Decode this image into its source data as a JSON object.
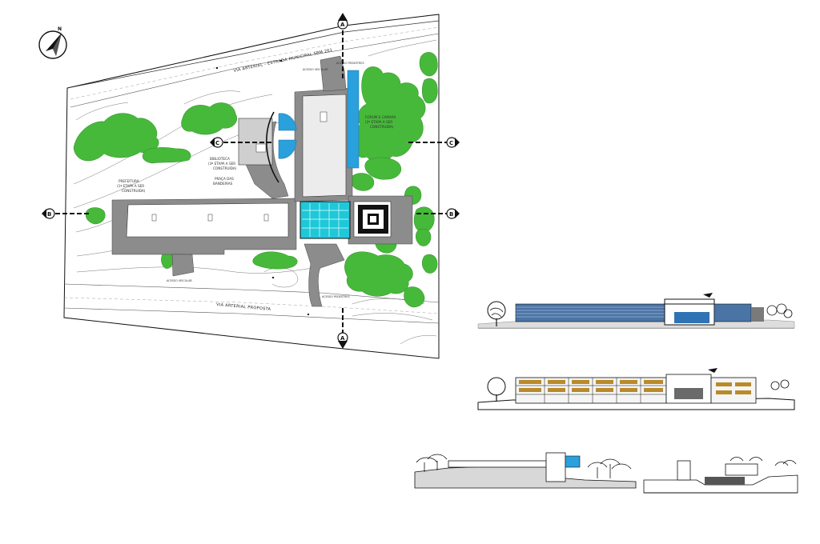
{
  "north_label": "N",
  "section_marks": {
    "a_top": "A",
    "a_bottom": "A",
    "b_left": "B",
    "b_right": "B",
    "c_left": "C",
    "c_right": "C"
  },
  "roads": {
    "top": "VIA ARTERIAL - ESTRADA MUNICIPAL SBM 261",
    "bottom": "VIA ARTERIAL PROPOSTA"
  },
  "labels": {
    "acesso_top_left": "ACESSO VEICULAR",
    "acesso_top_right": "ACESSO PEDESTRES",
    "forum_1": "FORUM E CAMARA",
    "forum_2": "(2ª ETAPA A SER",
    "forum_3": "CONSTRUIDA)",
    "biblioteca_1": "BIBLIOTECA",
    "biblioteca_2": "(3ª ETAPA A SER",
    "biblioteca_3": "CONSTRUIDA)",
    "praca_1": "PRAÇA DAS",
    "praca_2": "BANDEIRAS",
    "prefeitura_1": "PREFEITURA",
    "prefeitura_2": "(1ª ETAPA A SER",
    "prefeitura_3": "CONSTRUIDA)",
    "acesso_bottom_left": "ACESSO VEICULAR",
    "acesso_bottom_right": "ACESSO PEDESTRES"
  },
  "colors": {
    "tree": "#46b93a",
    "tree_dark": "#2f8a26",
    "building_gray": "#8c8c8c",
    "water_blue": "#2aa0dc",
    "pool_cyan": "#1fc8d8"
  }
}
